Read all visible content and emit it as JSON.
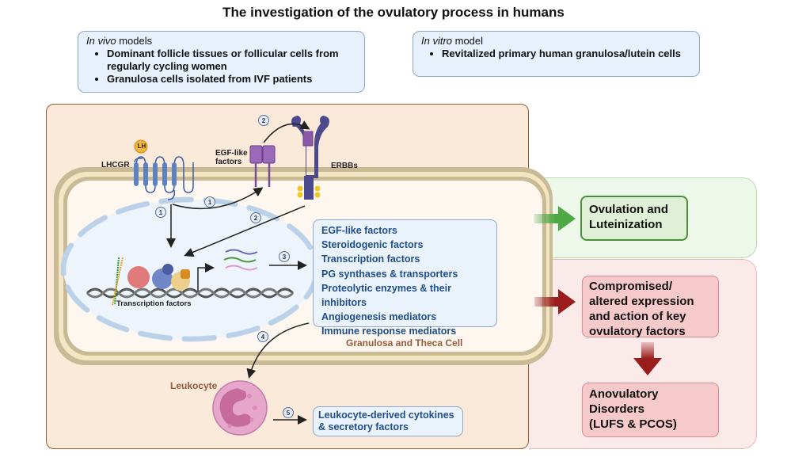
{
  "title": "The investigation of the ovulatory process in humans",
  "in_vivo": {
    "header_italic": "In vivo",
    "header_rest": " models",
    "items": [
      "Dominant follicle tissues or follicular cells from regularly cycling women",
      "Granulosa cells isolated from IVF patients"
    ]
  },
  "in_vitro": {
    "header_italic": "In vitro",
    "header_rest": " model",
    "items": [
      "Revitalized primary human granulosa/lutein cells"
    ]
  },
  "cell": {
    "lhcgr_label": "LHCGR",
    "lh_label": "LH",
    "egf_label_line1": "EGF-like",
    "egf_label_line2": "factors",
    "erbbs_label": "ERBBs",
    "transcription_label": "Transcription factors",
    "cell_label": "Granulosa and Theca Cell",
    "leukocyte_label": "Leukocyte",
    "step_numbers": [
      "1",
      "1",
      "2",
      "2",
      "3",
      "4",
      "5"
    ]
  },
  "factors": [
    "EGF-like factors",
    "Steroidogenic factors",
    "Transcription factors",
    "PG synthases & transporters",
    "Proteolytic enzymes & their inhibitors",
    "Angiogenesis mediators",
    "Immune response mediators"
  ],
  "leukocyte_box": {
    "line1": "Leukocyte-derived cytokines",
    "line2": "& secretory factors"
  },
  "outcomes": {
    "ovulation": "Ovulation and Luteinization",
    "compromised": "Compromised/ altered expression and action of key ovulatory factors",
    "anovulatory_line1": "Anovulatory",
    "anovulatory_line2": "Disorders",
    "anovulatory_line3": "(LUFS & PCOS)"
  },
  "colors": {
    "outer_cell": "#fbe9da",
    "membrane": "#c9b994",
    "factor_text": "#1f4e8c",
    "green_arrow": "#4ea843",
    "red_arrow": "#9b1c1c",
    "lh": "#f2b63c",
    "receptor": "#5b82c4",
    "egf": "#8a5aa8",
    "erbb": "#4c4a8c",
    "leukocyte": "#e7a7cc"
  }
}
